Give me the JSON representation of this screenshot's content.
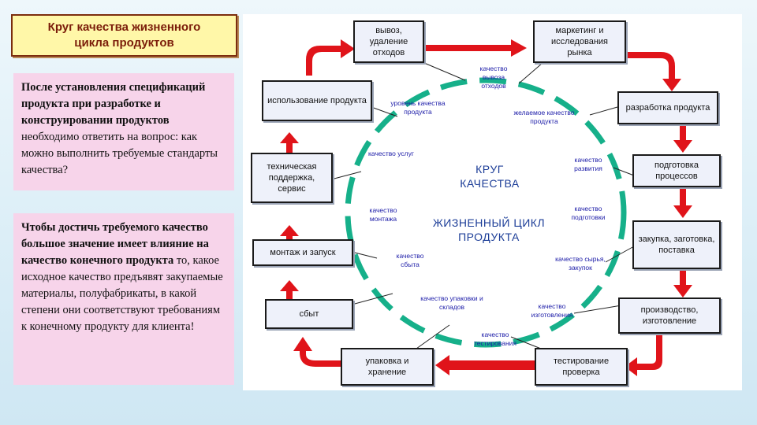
{
  "title": {
    "line1": "Круг качества жизненного",
    "line2": "цикла продуктов"
  },
  "text1": {
    "bold": "После установления спецификаций продукта при разработке и конструировании продуктов",
    "normal": " необходимо ответить на вопрос: как можно выполнить требуемые стандарты качества?"
  },
  "text2": {
    "bold": "Чтобы достичь требуемого качество большое значение имеет влияние на качество конечного продукта",
    "normal": " то, какое исходное качество предъявят закупаемые материалы, полуфабрикаты, в какой степени они соответствуют требованиям к конечному продукту для клиента!"
  },
  "center": {
    "line1": "КРУГ",
    "line2": "КАЧЕСТВА",
    "line3": "ЖИЗНЕННЫЙ ЦИКЛ",
    "line4": "ПРОДУКТА"
  },
  "nodes": {
    "disposal": "вывоз, удаление отходов",
    "marketing": "маркетинг и исследования рынка",
    "usage": "использование продукта",
    "development": "разработка продукта",
    "support": "техническая поддержка, сервис",
    "preparation": "подготовка процессов",
    "installation": "монтаж и запуск",
    "purchase": "закупка, заготовка, поставка",
    "sales": "сбыт",
    "production": "производство, изготовление",
    "packaging": "упаковка и хранение",
    "testing": "тестирование проверка"
  },
  "labels": {
    "q_disposal": "качество вывоза отходов",
    "q_usage": "уровень качества продукта",
    "q_desired": "желаемое качество продукта",
    "q_services": "качество услуг",
    "q_development": "качество развития",
    "q_installation": "качество монтажа",
    "q_preparation": "качество подготовки",
    "q_sales": "качество сбыта",
    "q_materials": "качество сырья, закупок",
    "q_packaging": "качество упаковки и складов",
    "q_manufacturing": "качество изготовления",
    "q_testing": "качество тестирования"
  },
  "colors": {
    "arrow": "#e0141a",
    "ring": "#16b08a",
    "node_bg": "#eef1fa",
    "text_box": "#f7d4ea",
    "title_bg": "#fff7a8"
  }
}
